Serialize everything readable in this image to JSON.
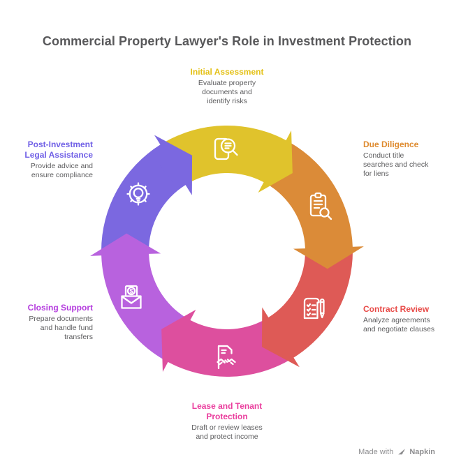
{
  "title": "Commercial Property Lawyer's Role in Investment Protection",
  "steps": [
    {
      "name": "initial-assessment",
      "label": "Initial Assessment",
      "description": "Evaluate property\ndocuments and\nidentify risks",
      "heading_color": "#e4c117",
      "arrow_color": "#e0c32c",
      "icon": "document-magnifier-icon"
    },
    {
      "name": "due-diligence",
      "label": "Due Diligence",
      "description": "Conduct title\nsearches and check\nfor liens",
      "heading_color": "#de8a2e",
      "arrow_color": "#db8b38",
      "icon": "clipboard-search-icon"
    },
    {
      "name": "contract-review",
      "label": "Contract Review",
      "description": "Analyze agreements\nand negotiate clauses",
      "heading_color": "#e84a47",
      "arrow_color": "#de5a56",
      "icon": "document-pen-icon"
    },
    {
      "name": "lease-and-tenant-protection",
      "label": "Lease and Tenant\nProtection",
      "description": "Draft or review leases\nand protect income",
      "heading_color": "#ea3d9d",
      "arrow_color": "#dd4f9e",
      "icon": "document-handshake-icon"
    },
    {
      "name": "closing-support",
      "label": "Closing Support",
      "description": "Prepare documents\nand handle fund\ntransfers",
      "heading_color": "#b43cde",
      "arrow_color": "#b862de",
      "icon": "envelope-dollar-icon"
    },
    {
      "name": "post-investment-legal-assistance",
      "label": "Post-Investment\nLegal Assistance",
      "description": "Provide advice and\nensure compliance",
      "heading_color": "#7060e6",
      "arrow_color": "#7b68e0",
      "icon": "gear-lightbulb-icon"
    }
  ],
  "footer": {
    "made_with": "Made with",
    "brand": "Napkin"
  }
}
